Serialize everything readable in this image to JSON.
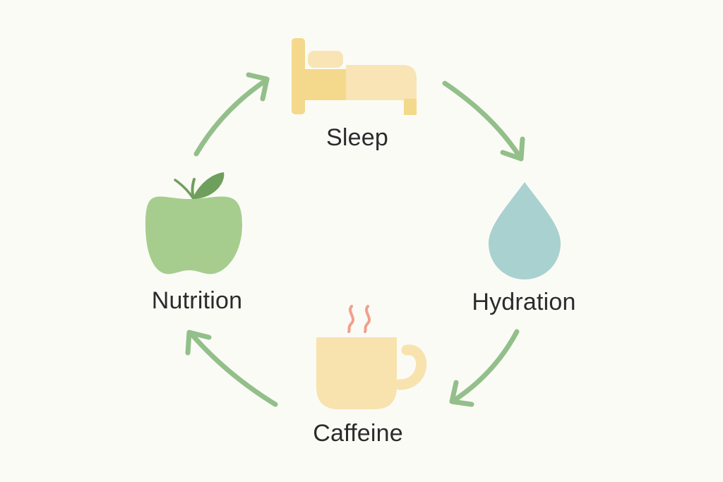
{
  "diagram": {
    "nodes": [
      {
        "id": "sleep",
        "label": "Sleep",
        "icon": "bed-icon"
      },
      {
        "id": "hydration",
        "label": "Hydration",
        "icon": "water-drop-icon"
      },
      {
        "id": "caffeine",
        "label": "Caffeine",
        "icon": "coffee-cup-icon"
      },
      {
        "id": "nutrition",
        "label": "Nutrition",
        "icon": "apple-icon"
      }
    ],
    "edges": [
      {
        "from": "sleep",
        "to": "hydration"
      },
      {
        "from": "hydration",
        "to": "caffeine"
      },
      {
        "from": "caffeine",
        "to": "nutrition"
      },
      {
        "from": "nutrition",
        "to": "sleep"
      }
    ],
    "flow_direction": "clockwise"
  },
  "colors": {
    "background": "#fbfbf6",
    "arrow": "#93bf8a",
    "bed_frame": "#f4d98c",
    "bed_pillow_mattress": "#f8e4b4",
    "drop": "#a9d1d0",
    "cup": "#f8e2ae",
    "steam": "#f0a08a",
    "apple": "#a6cd8e",
    "leaf": "#6f9f5c",
    "text": "#2b2b2b"
  }
}
